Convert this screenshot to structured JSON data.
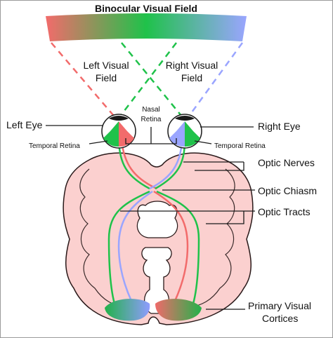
{
  "labels": {
    "binocular_field": "Binocular Visual Field",
    "left_field_1": "Left Visual",
    "left_field_2": "Field",
    "right_field_1": "Right Visual",
    "right_field_2": "Field",
    "nasal_1": "Nasal",
    "nasal_2": "Retina",
    "left_eye": "Left Eye",
    "right_eye": "Right Eye",
    "temporal_left": "Temporal Retina",
    "temporal_right": "Temporal Retina",
    "optic_nerves": "Optic Nerves",
    "optic_chiasm": "Optic Chiasm",
    "optic_tracts": "Optic Tracts",
    "cortices_1": "Primary Visual",
    "cortices_2": "Cortices"
  },
  "colors": {
    "left_field": "#f26b6b",
    "center_field": "#1fc24a",
    "right_field": "#9aa5ff",
    "brain_fill": "#fbd0cf",
    "brain_stroke": "#2a1a1a"
  }
}
